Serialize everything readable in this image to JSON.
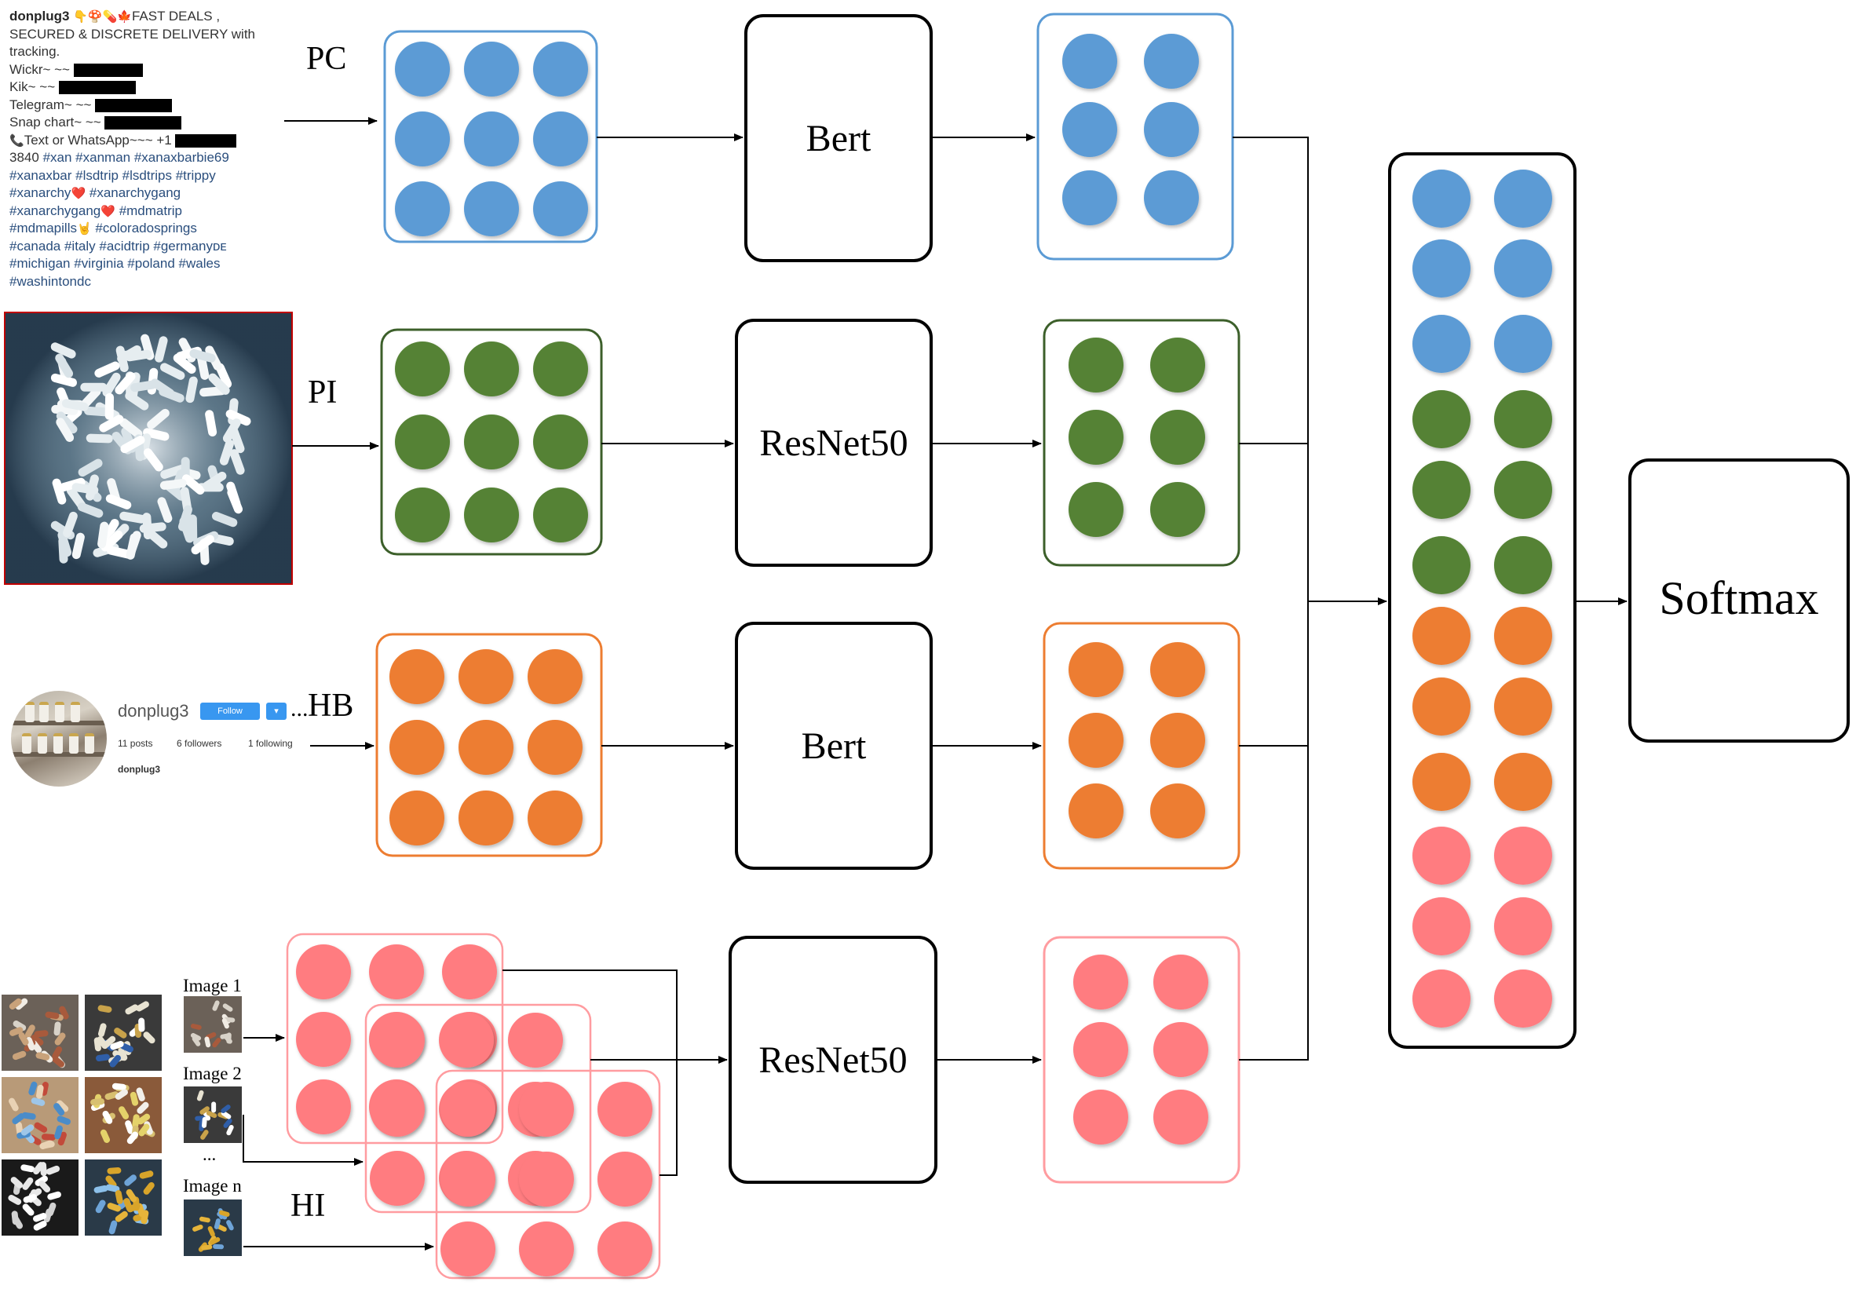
{
  "labels": {
    "pc": "PC",
    "pi": "PI",
    "hb": "HB",
    "hi": "HI",
    "hb_prefix": "...",
    "image1": "Image 1",
    "image2": "Image 2",
    "imagen": "Image n",
    "ellipsis": "..."
  },
  "encoders": {
    "pc": "Bert",
    "pi": "ResNet50",
    "hb": "Bert",
    "hi": "ResNet50"
  },
  "output": {
    "softmax": "Softmax"
  },
  "colors": {
    "pc": "#5b9bd5",
    "pi": "#548235",
    "hb": "#ed7d31",
    "hi": "#ff7c80",
    "pc_border": "#5b9bd5",
    "pi_border": "#3c5f2a",
    "hb_border": "#ed7d31",
    "hi_border": "#ff9ca0",
    "arrow": "#000000"
  },
  "post": {
    "username": "donplug3",
    "emoji": [
      "hand-icon",
      "mushroom-icon",
      "pill-icon",
      "maple-leaf-icon"
    ],
    "line1_rest": "FAST DEALS ,",
    "line2": "SECURED & DISCRETE DELIVERY with",
    "line3": "tracking.",
    "wickr": "Wickr~ ~~",
    "kik": "Kik~ ~~",
    "telegram": "Telegram~ ~~",
    "snap": "Snap chart~ ~~",
    "whatsapp": "Text or WhatsApp~~~ +1",
    "phone_end": "3840",
    "tags": [
      [
        "#xan",
        "#xanman",
        "#xanaxbarbie69"
      ],
      [
        "#xanaxbar",
        "#lsdtrip",
        "#lsdtrips",
        "#trippy"
      ],
      [
        "#xanarchy",
        "#xanarchygang"
      ],
      [
        "#xanarchygang",
        "#mdmatrip"
      ],
      [
        "#mdmapills",
        "#coloradosprings"
      ],
      [
        "#canada",
        "#italy",
        "#acidtrip",
        "#germanyᴅᴇ"
      ],
      [
        "#michigan",
        "#virginia",
        "#poland",
        "#wales"
      ],
      [
        "#washintondc"
      ]
    ]
  },
  "profile": {
    "username": "donplug3",
    "follow_label": "Follow",
    "dropdown_label": "▾",
    "posts": "11 posts",
    "followers": "6 followers",
    "following": "1 following",
    "bio_name": "donplug3"
  }
}
